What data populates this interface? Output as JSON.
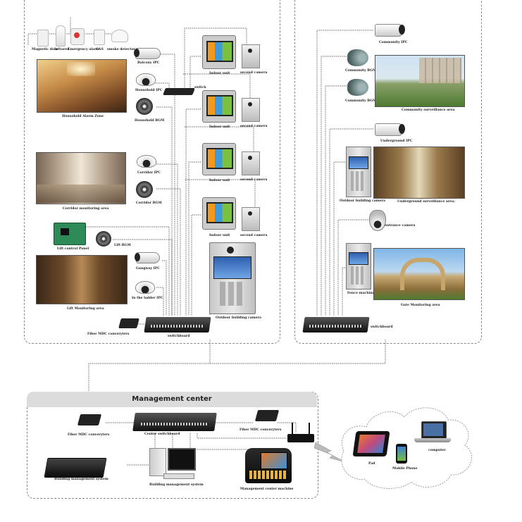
{
  "left_zone": {
    "sensors": [
      "Magnetic door",
      "Infrared",
      "Emergency alarm",
      "GAS",
      "smoke detector"
    ],
    "balcony_ipc": "Balcony IPC",
    "household_ipc": "Household IPC",
    "household_bgm": "Household BGM",
    "household_alarm_zone": "Household Alarm Zone",
    "switch": "switch",
    "indoor_units": [
      "Indoor unit",
      "Indoor unit",
      "Indoor unit",
      "Indoor unit"
    ],
    "second_cameras": [
      "second camera",
      "second camera",
      "second camera",
      "second camera"
    ],
    "corridor_ipc": "Corridor IPC",
    "corridor_bgm": "Corridor BGM",
    "corridor_area": "Corridor monitoring area",
    "lift_panel": "Lift control Panel",
    "lift_bgm": "Lift BGM",
    "gangway_ipc": "Gangway IPC",
    "ladder_ipc": "In the ladder IPC",
    "lift_area": "Lift Monitoring area",
    "fiber_left": "Fiber MDC converyters",
    "switchboard": "switchboard",
    "outdoor_camera": "Outdoor building camera"
  },
  "right_zone": {
    "community_ipc": "Community IPC",
    "community_bgm_1": "Community BGM",
    "community_bgm_2": "Community BGM",
    "community_area": "Community surveillance area",
    "underground_ipc": "Underground IPC",
    "outdoor_camera": "Outdoor building camera",
    "underground_area": "Underground surveillance area:",
    "entrance_camera": "entrance camera",
    "fence_machine": "Fence machine",
    "gate_area": "Gate Monitoring area",
    "switchboard": "switchboard"
  },
  "management": {
    "title": "Management center",
    "fiber_left": "Fiber MDC converyters",
    "center_switchboard": "Center switchboard",
    "fiber_right": "Fiber MDC converyters",
    "bms_server": "Building management system",
    "bms_pc": "Building management system",
    "center_machine": "Management center machine"
  },
  "cloud": {
    "pad": "Pad",
    "phone": "Mobile Phone",
    "computer": "computer"
  }
}
